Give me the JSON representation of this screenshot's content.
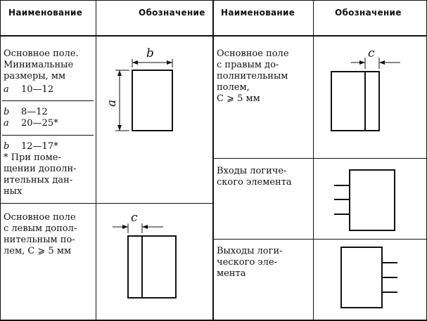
{
  "header": {
    "col_name_1": "Наименование",
    "col_sym_1": "Обозначение",
    "col_name_2": "Наименование",
    "col_sym_2": "Обозначение"
  },
  "rows": {
    "main_field": {
      "name_lines": [
        "Основное поле.",
        "Минимальные",
        "размеры, мм"
      ],
      "dims": [
        {
          "var": "a",
          "range": "10—12"
        },
        {
          "var": "b",
          "range": "8—12"
        },
        {
          "var": "a",
          "range": "20—25*"
        },
        {
          "var": "b",
          "range": "12—17*"
        }
      ],
      "footnote_lines": [
        "* При поме-",
        "щении дополн-",
        "ительных дан-",
        "ных"
      ],
      "symbol_labels": {
        "width": "b",
        "height": "a"
      }
    },
    "right_field": {
      "name_lines": [
        "Основное поле",
        "с правым до-",
        "полнительным",
        "полем,",
        "C ⩾ 5 мм"
      ],
      "symbol_label": "c"
    },
    "left_field": {
      "name_lines": [
        "Основное поле",
        "с левым допол-",
        "нительным по-",
        "лем, C ⩾ 5 мм"
      ],
      "symbol_label": "c"
    },
    "logic_inputs": {
      "name_lines": [
        "Входы логиче-",
        "ского элемента"
      ]
    },
    "logic_outputs": {
      "name_lines": [
        "Выходы логи-",
        "ческого эле-",
        "мента"
      ]
    }
  }
}
